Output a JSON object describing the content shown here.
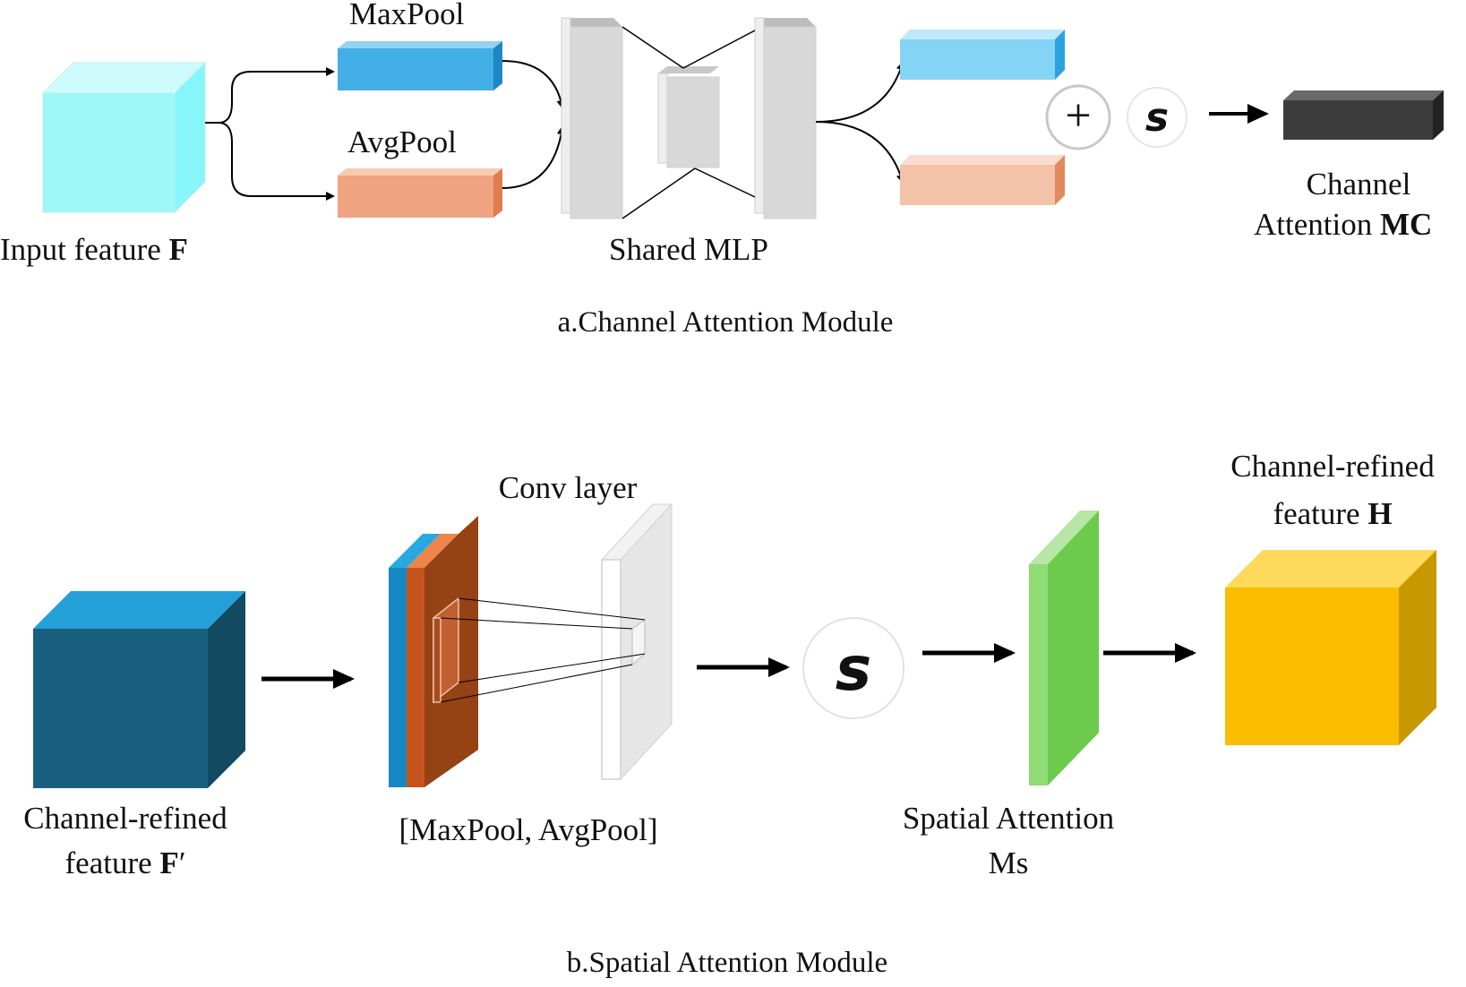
{
  "channel_module": {
    "caption": "a.Channel Attention Module",
    "input_label_text": "Input feature ",
    "input_label_bold": "F",
    "maxpool_label": "MaxPool",
    "avgpool_label": "AvgPool",
    "mlp_label": "Shared MLP",
    "plus_symbol": "+",
    "sigmoid_symbol": "s",
    "output_label_line1": "Channel",
    "output_label_line2_text": "Attention ",
    "output_label_line2_bold": "MC"
  },
  "spatial_module": {
    "caption": "b.Spatial Attention Module",
    "input_label_line1": "Channel-refined",
    "input_label_line2_text": "feature ",
    "input_label_line2_bold": "F",
    "input_label_prime": "′",
    "pool_label": "[MaxPool, AvgPool]",
    "conv_label": "Conv layer",
    "sigmoid_symbol": "s",
    "attention_label_line1": "Spatial Attention",
    "attention_label_line2": "Ms",
    "output_label_line1": "Channel-refined",
    "output_label_line2_text": "feature ",
    "output_label_line2_bold": "H"
  },
  "colors": {
    "input_cube": "#9ef7f7",
    "maxpool_bar": "#44aee6",
    "avgpool_bar": "#f0a481",
    "mlp_gray": "#d8d8d8",
    "out_blue": "#84d4f6",
    "out_peach": "#f4c2a8",
    "channel_attention": "#3c3c3c",
    "spatial_input_cube": "#185f80",
    "pool_brown": "#954214",
    "spatial_attention": "#6ccb4c",
    "output_cube": "#fbbd00"
  }
}
